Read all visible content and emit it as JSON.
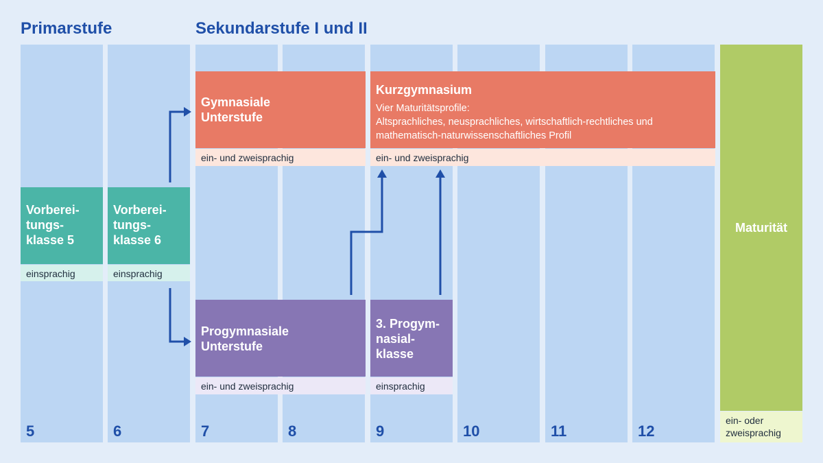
{
  "headings": {
    "primary": "Primarstufe",
    "secondary": "Sekundarstufe I und II"
  },
  "grades": [
    "5",
    "6",
    "7",
    "8",
    "9",
    "10",
    "11",
    "12"
  ],
  "boxes": {
    "gymnasiale_unterstufe": {
      "title": "Gymnasiale\nUnterstufe",
      "sub": "ein- und zweisprachig"
    },
    "kurzgymnasium": {
      "title": "Kurzgymnasium",
      "description": "Vier Maturitätsprofile:\nAltsprachliches, neusprachliches, wirtschaftlich-rechtliches und\nmathematisch-naturwissenschaftliches Profil",
      "sub": "ein- und zweisprachig"
    },
    "vorbereitungsklasse_5": {
      "title": "Vorberei-\ntungs-\nklasse 5",
      "sub": "einsprachig"
    },
    "vorbereitungsklasse_6": {
      "title": "Vorberei-\ntungs-\nklasse 6",
      "sub": "einsprachig"
    },
    "progymnasiale_unterstufe": {
      "title": "Progymnasiale\nUnterstufe",
      "sub": "ein- und zweisprachig"
    },
    "progymnasialklasse_3": {
      "title": "3. Progym-\nnasial-\nklasse",
      "sub": "einsprachig"
    },
    "maturitaet": {
      "title": "Maturität",
      "sub": "ein- oder\nzweisprachig"
    }
  },
  "colors": {
    "background": "#e3edf9",
    "column": "#bcd6f3",
    "heading": "#1f4fa8",
    "arrow": "#1f4fa8",
    "coral": "#e87a65",
    "teal": "#4bb5a7",
    "purple": "#8776b4",
    "green": "#b0cb66"
  }
}
